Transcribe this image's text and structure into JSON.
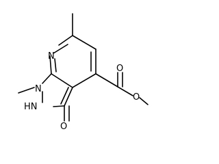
{
  "molecule": {
    "atoms": {
      "n7": "N",
      "n1": "N",
      "n2": "HN",
      "o_carbonyl": "O",
      "o_ester_double": "O",
      "o_ester_single": "O"
    }
  }
}
